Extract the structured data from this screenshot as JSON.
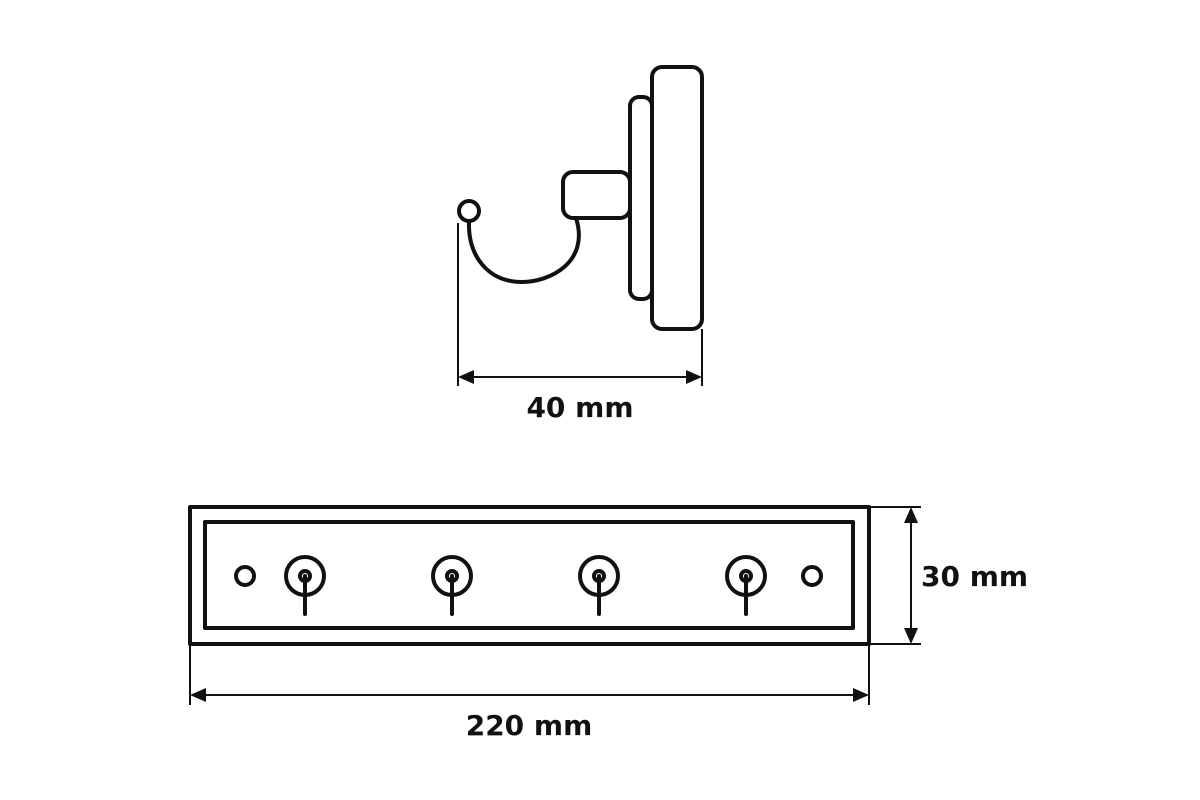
{
  "dimensions": {
    "depth_label": "40 mm",
    "height_label": "30 mm",
    "width_label": "220 mm"
  },
  "hook_rack": {
    "hook_count": 4,
    "mounting_hole_count": 2
  },
  "colors": {
    "line": "#111111",
    "background": "#ffffff"
  }
}
